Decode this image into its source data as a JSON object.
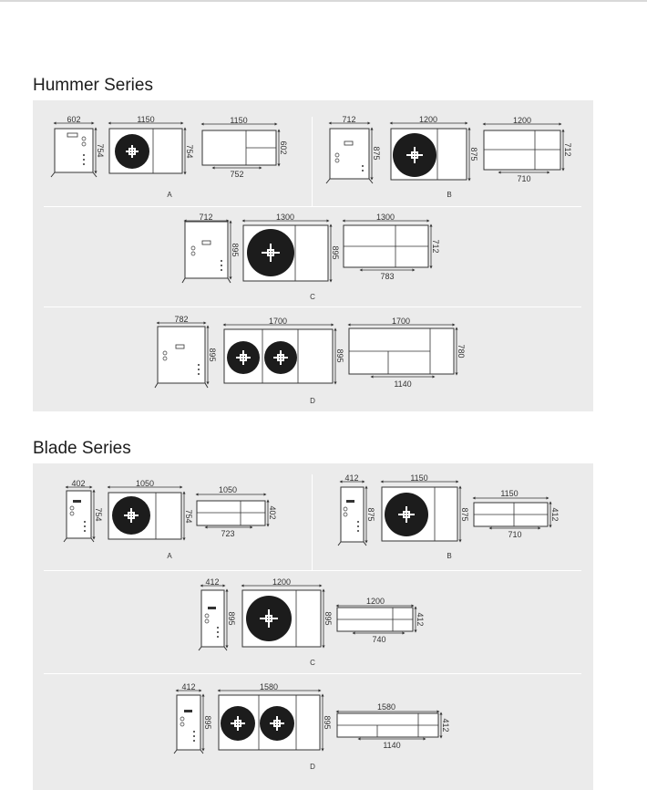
{
  "hummer": {
    "title": "Hummer Series",
    "A": {
      "label": "A",
      "side_w": "602",
      "side_h": "754",
      "front_w": "1150",
      "front_h": "754",
      "top_w": "1150",
      "top_d": "602",
      "top_s": "752"
    },
    "B": {
      "label": "B",
      "side_w": "712",
      "side_h": "875",
      "front_w": "1200",
      "front_h": "875",
      "top_w": "1200",
      "top_d": "712",
      "top_s": "710"
    },
    "C": {
      "label": "C",
      "side_w": "712",
      "side_h": "895",
      "front_w": "1300",
      "front_h": "895",
      "top_w": "1300",
      "top_d": "712",
      "top_s": "783"
    },
    "D": {
      "label": "D",
      "side_w": "782",
      "side_h": "895",
      "front_w": "1700",
      "front_h": "895",
      "top_w": "1700",
      "top_d": "780",
      "top_s": "1140"
    }
  },
  "blade": {
    "title": "Blade Series",
    "A": {
      "label": "A",
      "side_w": "402",
      "side_h": "754",
      "front_w": "1050",
      "front_h": "754",
      "top_w": "1050",
      "top_d": "402",
      "top_s": "723"
    },
    "B": {
      "label": "B",
      "side_w": "412",
      "side_h": "875",
      "front_w": "1150",
      "front_h": "875",
      "top_w": "1150",
      "top_d": "412",
      "top_s": "710"
    },
    "C": {
      "label": "C",
      "side_w": "412",
      "side_h": "895",
      "front_w": "1200",
      "front_h": "895",
      "top_w": "1200",
      "top_d": "412",
      "top_s": "740"
    },
    "D": {
      "label": "D",
      "side_w": "412",
      "side_h": "895",
      "front_w": "1580",
      "front_h": "895",
      "top_w": "1580",
      "top_d": "412",
      "top_s": "1140"
    }
  }
}
